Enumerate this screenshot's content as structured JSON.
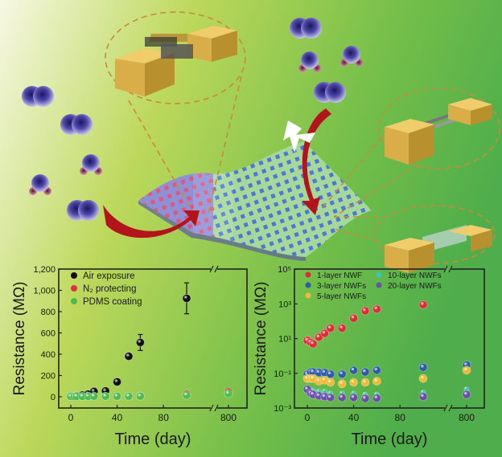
{
  "colors": {
    "bg_light": "#f4f6dc",
    "bg_mid": "#b5d552",
    "bg_green": "#55b04a",
    "gold": "#e2b951",
    "sheet_purple": "#8c8fd8",
    "sheet_green": "#9fd59a",
    "arrow_red": "#b3141c",
    "dash": "#c9883a"
  },
  "illustration": {
    "icons": [
      "gas-molecule-icon",
      "water-molecule-icon",
      "lightning-icon",
      "arrow-icon",
      "electrode-device-icon"
    ]
  },
  "chart_data": [
    {
      "type": "scatter",
      "title": "",
      "xlabel": "Time (day)",
      "ylabel": "Resistance (MΩ)",
      "yscale": "linear",
      "ylim": [
        -100,
        1200
      ],
      "xlim": [
        -5,
        820
      ],
      "x_break": [
        110,
        780
      ],
      "xticks": [
        0,
        40,
        80,
        800
      ],
      "xtick_labels": [
        "0",
        "40",
        "80",
        "800"
      ],
      "yticks": [
        0,
        200,
        400,
        600,
        800,
        1000,
        1200
      ],
      "ytick_labels": [
        "0",
        "200",
        "400",
        "600",
        "800",
        "1,000",
        "1,200"
      ],
      "legend_position": "top-left",
      "series": [
        {
          "name": "Air exposure",
          "color": "#111111",
          "points": [
            [
              0,
              5
            ],
            [
              3,
              5
            ],
            [
              5,
              8
            ],
            [
              10,
              15
            ],
            [
              15,
              25
            ],
            [
              20,
              50
            ],
            [
              30,
              55
            ],
            [
              40,
              140
            ],
            [
              50,
              380
            ],
            [
              60,
              510
            ],
            [
              100,
              925
            ]
          ],
          "errors": [
            0,
            0,
            0,
            0,
            0,
            10,
            10,
            12,
            25,
            75,
            145
          ]
        },
        {
          "name": "N₂ protecting",
          "color": "#e0303a",
          "points": [
            [
              0,
              3
            ],
            [
              3,
              2
            ],
            [
              5,
              3
            ],
            [
              10,
              4
            ],
            [
              15,
              4
            ],
            [
              20,
              4
            ],
            [
              30,
              5
            ],
            [
              40,
              5
            ],
            [
              50,
              5
            ],
            [
              60,
              6
            ],
            [
              100,
              25
            ],
            [
              800,
              45
            ]
          ]
        },
        {
          "name": "PDMS coating",
          "color": "#4dbb4f",
          "points": [
            [
              0,
              3
            ],
            [
              3,
              2
            ],
            [
              5,
              3
            ],
            [
              10,
              4
            ],
            [
              15,
              4
            ],
            [
              20,
              5
            ],
            [
              30,
              5
            ],
            [
              40,
              5
            ],
            [
              50,
              5
            ],
            [
              60,
              6
            ],
            [
              100,
              15
            ],
            [
              800,
              30
            ]
          ]
        }
      ]
    },
    {
      "type": "scatter",
      "title": "",
      "xlabel": "Time (day)",
      "ylabel": "Resistance (MΩ)",
      "yscale": "log",
      "ylim": [
        0.001,
        100000
      ],
      "xlim": [
        -5,
        820
      ],
      "x_break": [
        110,
        780
      ],
      "xticks": [
        0,
        40,
        80,
        800
      ],
      "xtick_labels": [
        "0",
        "40",
        "80",
        "800"
      ],
      "yticks": [
        0.001,
        0.1,
        10,
        1000,
        100000
      ],
      "ytick_labels": [
        "10⁻³",
        "10⁻¹",
        "10¹",
        "10³",
        "10⁵"
      ],
      "legend_position": "top",
      "series": [
        {
          "name": "1-layer NWF",
          "color": "#e02a36",
          "points": [
            [
              0,
              8
            ],
            [
              3,
              6
            ],
            [
              5,
              5
            ],
            [
              10,
              12
            ],
            [
              15,
              20
            ],
            [
              20,
              40
            ],
            [
              30,
              40
            ],
            [
              40,
              150
            ],
            [
              50,
              400
            ],
            [
              60,
              500
            ],
            [
              100,
              900
            ]
          ]
        },
        {
          "name": "3-layer NWFs",
          "color": "#2f5aa8",
          "points": [
            [
              0,
              0.09
            ],
            [
              3,
              0.12
            ],
            [
              5,
              0.12
            ],
            [
              10,
              0.11
            ],
            [
              15,
              0.11
            ],
            [
              20,
              0.09
            ],
            [
              30,
              0.09
            ],
            [
              40,
              0.15
            ],
            [
              50,
              0.12
            ],
            [
              60,
              0.15
            ],
            [
              100,
              0.22
            ],
            [
              800,
              0.3
            ]
          ]
        },
        {
          "name": "5-layer NWFs",
          "color": "#f1b935",
          "points": [
            [
              0,
              0.05
            ],
            [
              3,
              0.05
            ],
            [
              5,
              0.05
            ],
            [
              10,
              0.035
            ],
            [
              15,
              0.04
            ],
            [
              20,
              0.03
            ],
            [
              30,
              0.025
            ],
            [
              40,
              0.03
            ],
            [
              50,
              0.03
            ],
            [
              60,
              0.035
            ],
            [
              100,
              0.05
            ],
            [
              800,
              0.15
            ]
          ]
        },
        {
          "name": "10-layer NWFs",
          "color": "#38c6b0",
          "points": [
            [
              0,
              0.012
            ],
            [
              5,
              0.01
            ],
            [
              10,
              0.009
            ],
            [
              15,
              0.009
            ],
            [
              20,
              0.007
            ],
            [
              30,
              0.007
            ],
            [
              40,
              0.007
            ],
            [
              50,
              0.006
            ],
            [
              60,
              0.006
            ],
            [
              100,
              0.008
            ],
            [
              800,
              0.012
            ]
          ]
        },
        {
          "name": "20-layer NWFs",
          "color": "#6a4fa8",
          "points": [
            [
              0,
              0.012
            ],
            [
              3,
              0.007
            ],
            [
              5,
              0.006
            ],
            [
              10,
              0.005
            ],
            [
              15,
              0.0045
            ],
            [
              20,
              0.004
            ],
            [
              30,
              0.004
            ],
            [
              40,
              0.004
            ],
            [
              50,
              0.0035
            ],
            [
              60,
              0.0037
            ],
            [
              100,
              0.0045
            ],
            [
              800,
              0.006
            ]
          ]
        }
      ]
    }
  ]
}
